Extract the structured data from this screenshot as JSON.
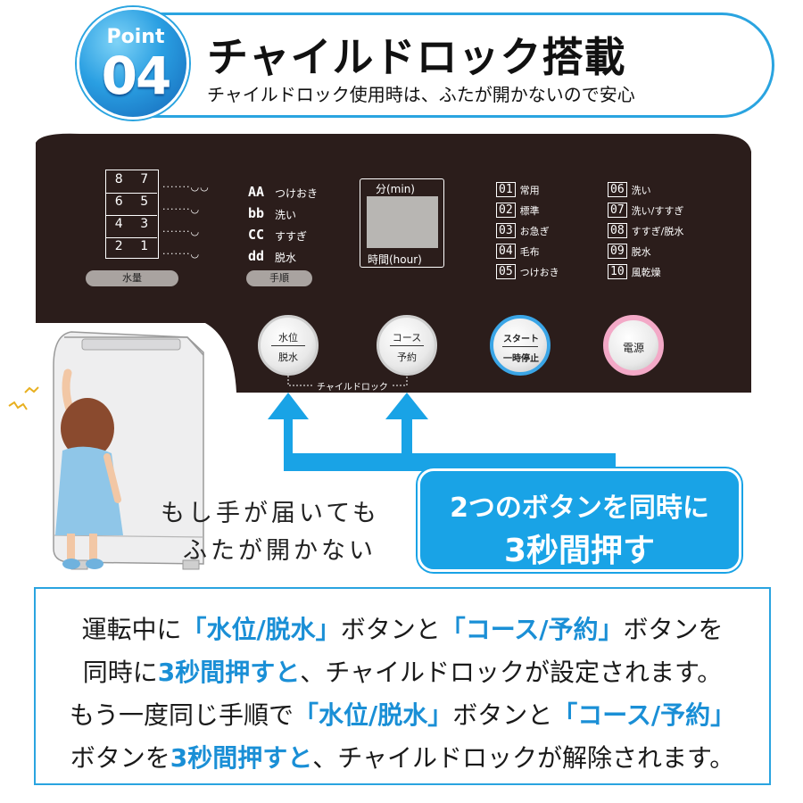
{
  "header": {
    "badge_word": "Point",
    "badge_number": "04",
    "title": "チャイルドロック搭載",
    "subtitle": "チャイルドロック使用時は、ふたが開かないので安心"
  },
  "panel": {
    "water_levels": [
      [
        "8",
        "7"
      ],
      [
        "6",
        "5"
      ],
      [
        "4",
        "3"
      ],
      [
        "2",
        "1"
      ]
    ],
    "water_tag": "水量",
    "steps": [
      {
        "code": "AA",
        "label": "つけおき"
      },
      {
        "code": "bb",
        "label": "洗い"
      },
      {
        "code": "CC",
        "label": "すすぎ"
      },
      {
        "code": "dd",
        "label": "脱水"
      }
    ],
    "steps_tag": "手順",
    "timer_top": "分(min)",
    "timer_bottom": "時間(hour)",
    "courses_left": [
      {
        "num": "01",
        "label": "常用"
      },
      {
        "num": "02",
        "label": "標準"
      },
      {
        "num": "03",
        "label": "お急ぎ"
      },
      {
        "num": "04",
        "label": "毛布"
      },
      {
        "num": "05",
        "label": "つけおき"
      }
    ],
    "courses_right": [
      {
        "num": "06",
        "label": "洗い"
      },
      {
        "num": "07",
        "label": "洗い/すすぎ"
      },
      {
        "num": "08",
        "label": "すすぎ/脱水"
      },
      {
        "num": "09",
        "label": "脱水"
      },
      {
        "num": "10",
        "label": "風乾燥"
      }
    ],
    "btn_water": {
      "top": "水位",
      "bottom": "脱水"
    },
    "btn_course": {
      "top": "コース",
      "bottom": "予約"
    },
    "btn_start": {
      "top": "スタート",
      "bottom": "一時停止"
    },
    "btn_power": "電源",
    "lock_label": "チャイルドロック"
  },
  "callout": {
    "line1": "2つのボタンを同時に",
    "line2": "3秒間押す"
  },
  "note": {
    "line1": "もし手が届いても",
    "line2": "ふたが開かない"
  },
  "info": {
    "l1_a": "運転中に",
    "l1_b": "「水位/脱水」",
    "l1_c": "ボタンと",
    "l1_d": "「コース/予約」",
    "l1_e": "ボタンを",
    "l2_a": "同時に",
    "l2_b": "3秒間押すと",
    "l2_c": "、チャイルドロックが設定されます。",
    "l3_a": "もう一度同じ手順で",
    "l3_b": "「水位/脱水」",
    "l3_c": "ボタンと",
    "l3_d": "「コース/予約」",
    "l4_a": "ボタンを",
    "l4_b": "3秒間押すと",
    "l4_c": "、チャイルドロックが解除されます。"
  },
  "colors": {
    "accent": "#1a9fe3",
    "panel": "#2b1d1b",
    "power_ring": "#f3a9c7"
  }
}
